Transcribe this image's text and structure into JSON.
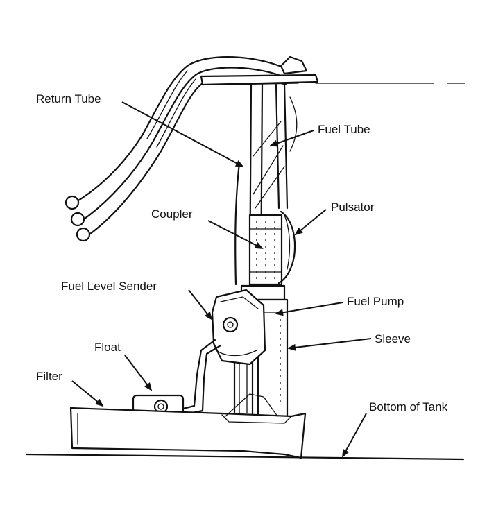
{
  "labels": {
    "return_tube": "Return Tube",
    "fuel_tube": "Fuel Tube",
    "pulsator": "Pulsator",
    "coupler": "Coupler",
    "fuel_level_sender": "Fuel Level Sender",
    "fuel_pump": "Fuel Pump",
    "sleeve": "Sleeve",
    "float": "Float",
    "filter": "Filter",
    "bottom_of_tank": "Bottom of Tank"
  }
}
